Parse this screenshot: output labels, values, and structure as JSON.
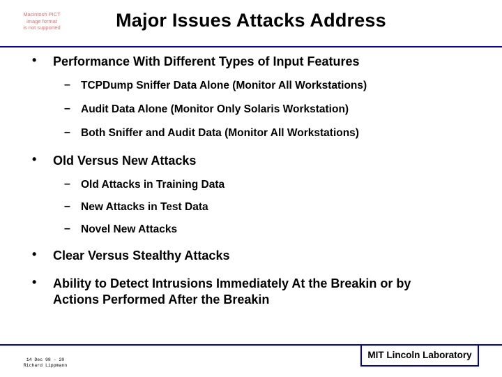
{
  "header": {
    "pict_notice": [
      "Macintosh PICT",
      "image format",
      "is not supported"
    ],
    "title": "Major Issues Attacks Address"
  },
  "bullets": [
    {
      "text": "Performance With Different Types of Input Features",
      "subitems": [
        "TCPDump Sniffer Data Alone (Monitor All Workstations)",
        "Audit Data Alone (Monitor Only Solaris Workstation)",
        "Both Sniffer and Audit Data (Monitor All Workstations)"
      ]
    },
    {
      "text": "Old Versus New Attacks",
      "subitems": [
        "Old Attacks in Training Data",
        "New Attacks in Test Data",
        "Novel New Attacks"
      ]
    },
    {
      "text": "Clear Versus Stealthy Attacks",
      "subitems": []
    },
    {
      "text_lines": [
        "Ability to Detect Intrusions Immediately At the Breakin or by",
        "Actions Performed After the Breakin"
      ],
      "subitems": []
    }
  ],
  "glyphs": {
    "bullet": "•",
    "dash": "–"
  },
  "footer": {
    "meta_line1": "14  Dec 98 - 20",
    "meta_line2": "Richard Lippmann",
    "lab": "MIT Lincoln Laboratory"
  }
}
